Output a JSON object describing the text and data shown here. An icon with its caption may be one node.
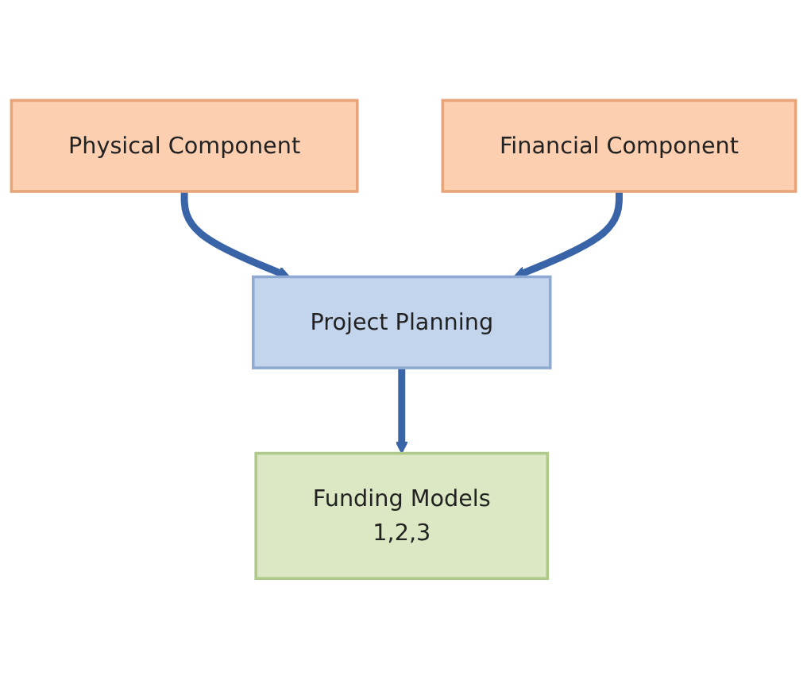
{
  "diagram": {
    "nodes": [
      {
        "text": [
          "Physical Component"
        ]
      },
      {
        "text": [
          "Financial Component"
        ]
      },
      {
        "text": [
          "Project Planning"
        ]
      },
      {
        "text": [
          "Funding Models",
          "1,2,3"
        ]
      }
    ],
    "edges": [
      {
        "from": 0,
        "to": 2,
        "arrow": "to"
      },
      {
        "from": 1,
        "to": 2,
        "arrow": "to"
      },
      {
        "from": 2,
        "to": 3,
        "arrow": "to"
      }
    ]
  }
}
